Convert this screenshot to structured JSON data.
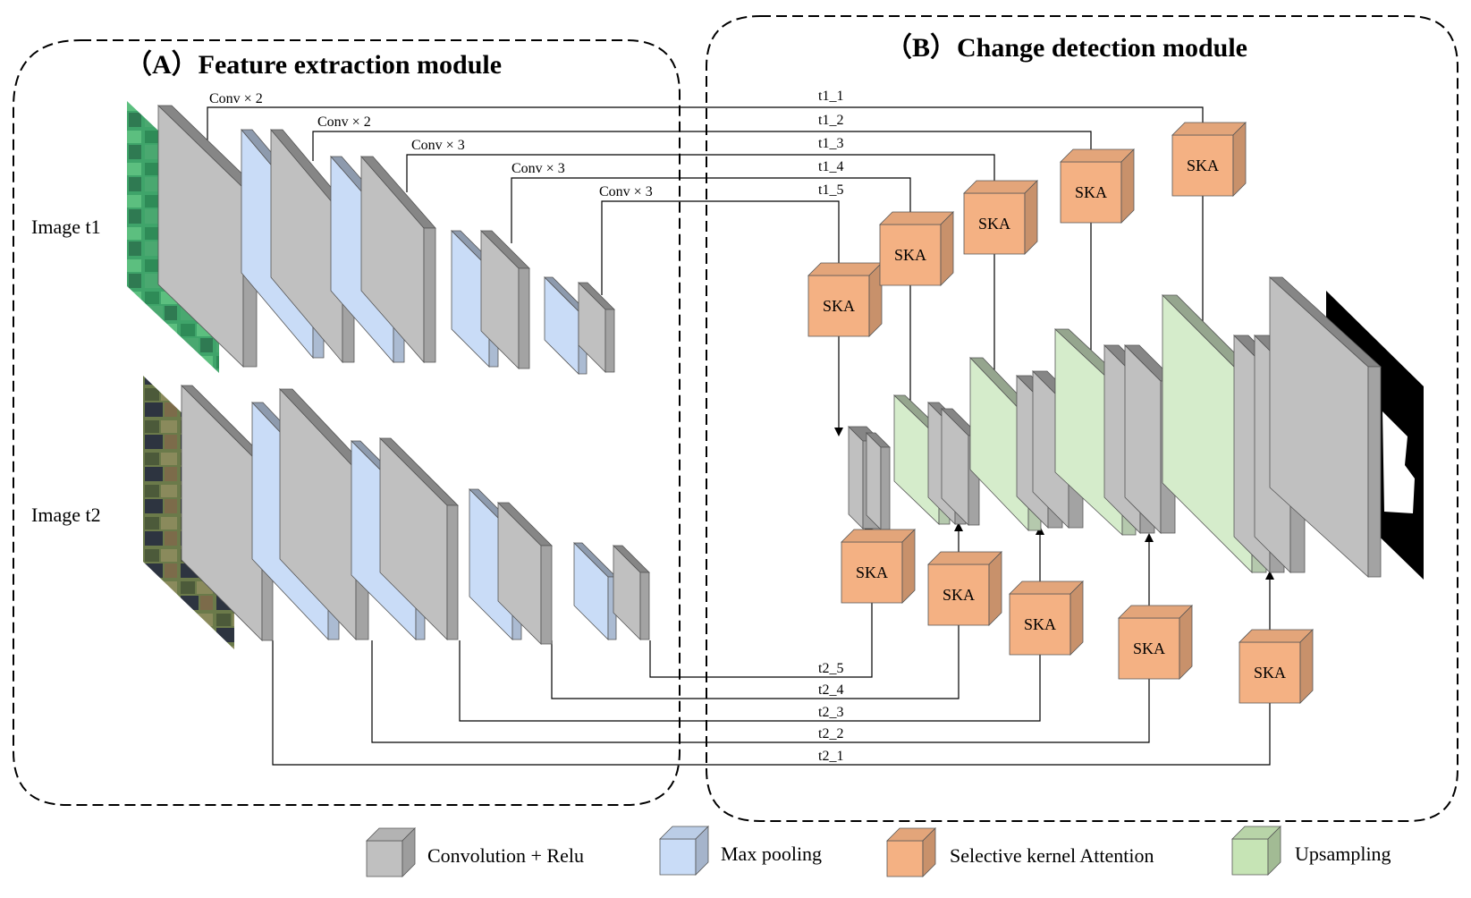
{
  "modules": {
    "feature": "（A）Feature extraction module",
    "change": "（B）Change detection module"
  },
  "inputs": {
    "image_t1": "Image t1",
    "image_t2": "Image t2"
  },
  "conv_labels": [
    "Conv × 2",
    "Conv × 2",
    "Conv × 3",
    "Conv × 3",
    "Conv × 3"
  ],
  "t1_taps": [
    "t1_1",
    "t1_2",
    "t1_3",
    "t1_4",
    "t1_5"
  ],
  "t2_taps": [
    "t2_5",
    "t2_4",
    "t2_3",
    "t2_2",
    "t2_1"
  ],
  "ska_label": "SKA",
  "legend": [
    {
      "label": "Convolution + Relu",
      "color": "#c0c0c0"
    },
    {
      "label": "Max pooling",
      "color": "#c9dcf7"
    },
    {
      "label": "Selective kernel Attention",
      "color": "#f4b183"
    },
    {
      "label": "Upsampling",
      "color": "#c6e4b5"
    }
  ],
  "colors": {
    "conv": "#c0c0c0",
    "pool": "#c9dcf7",
    "ska": "#f4b183",
    "up": "#d5eccb",
    "output": "#000000"
  }
}
